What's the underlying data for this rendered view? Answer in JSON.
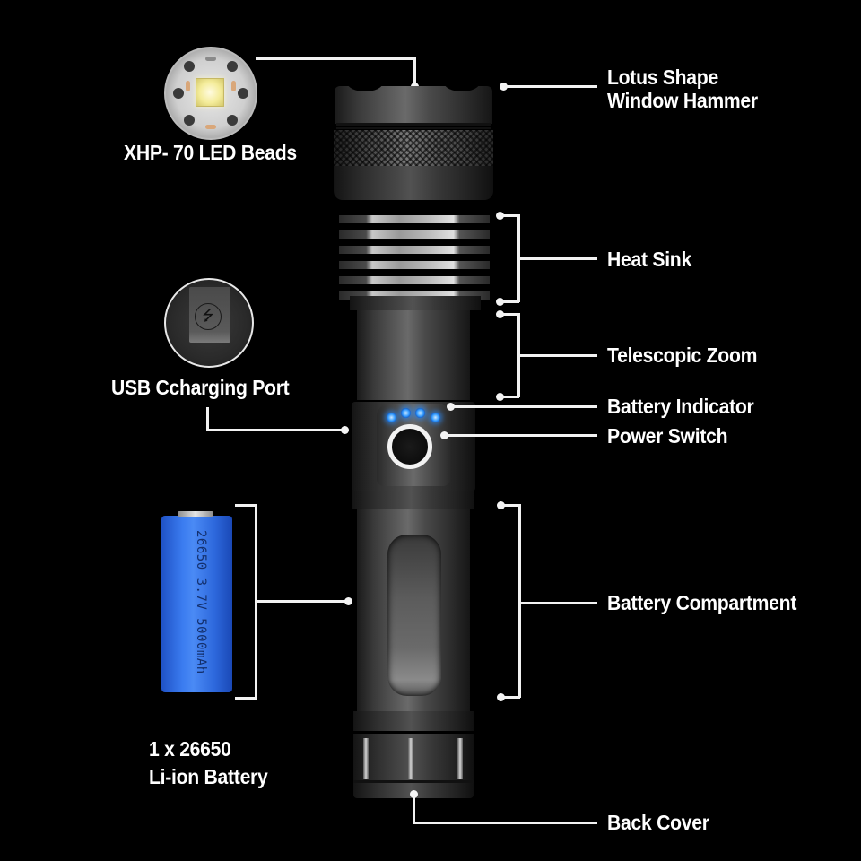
{
  "diagram": {
    "subject": "Tactical LED flashlight anatomy",
    "background_color": "#000000",
    "label_color": "#ffffff",
    "callout_line_color": "#f2f2f2",
    "labels": {
      "led": "XHP- 70 LED Beads",
      "hammer_line1": "Lotus Shape",
      "hammer_line2": "Window Hammer",
      "heat_sink": "Heat Sink",
      "usb": "USB Ccharging Port",
      "zoom": "Telescopic Zoom",
      "battery_indicator": "Battery Indicator",
      "power_switch": "Power Switch",
      "battery_compartment": "Battery Compartment",
      "battery_line1": "1 x 26650",
      "battery_line2": "Li-ion Battery",
      "back_cover": "Back Cover"
    },
    "battery_cell": {
      "print_text": "26650 3.7V 5000mAh",
      "color": "#2f6fe0"
    },
    "battery_indicator_leds": {
      "count": 4,
      "color": "#3aa0ff"
    },
    "icons": {
      "usb": "usb-symbol-icon",
      "led_chip": "led-chip-icon"
    }
  }
}
